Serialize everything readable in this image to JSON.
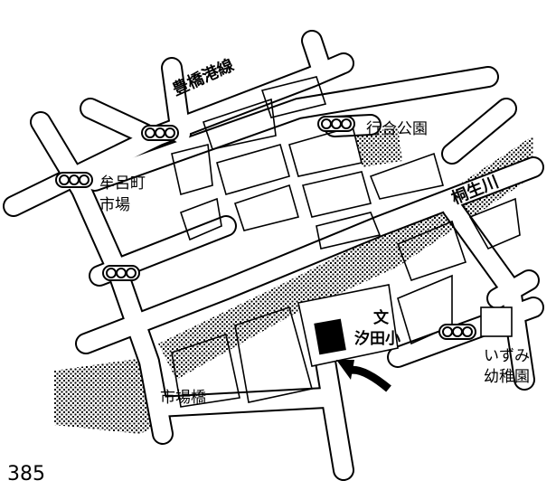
{
  "labels": {
    "route": "豊橋港線",
    "park": "行合公園",
    "river": "桐生川",
    "town_line1": "牟呂町",
    "town_line2": "市場",
    "school_symbol": "文",
    "school": "汐田小",
    "kinder_line1": "いずみ",
    "kinder_line2": "幼稚園",
    "bridge": "市場橋",
    "page_number": "385"
  }
}
